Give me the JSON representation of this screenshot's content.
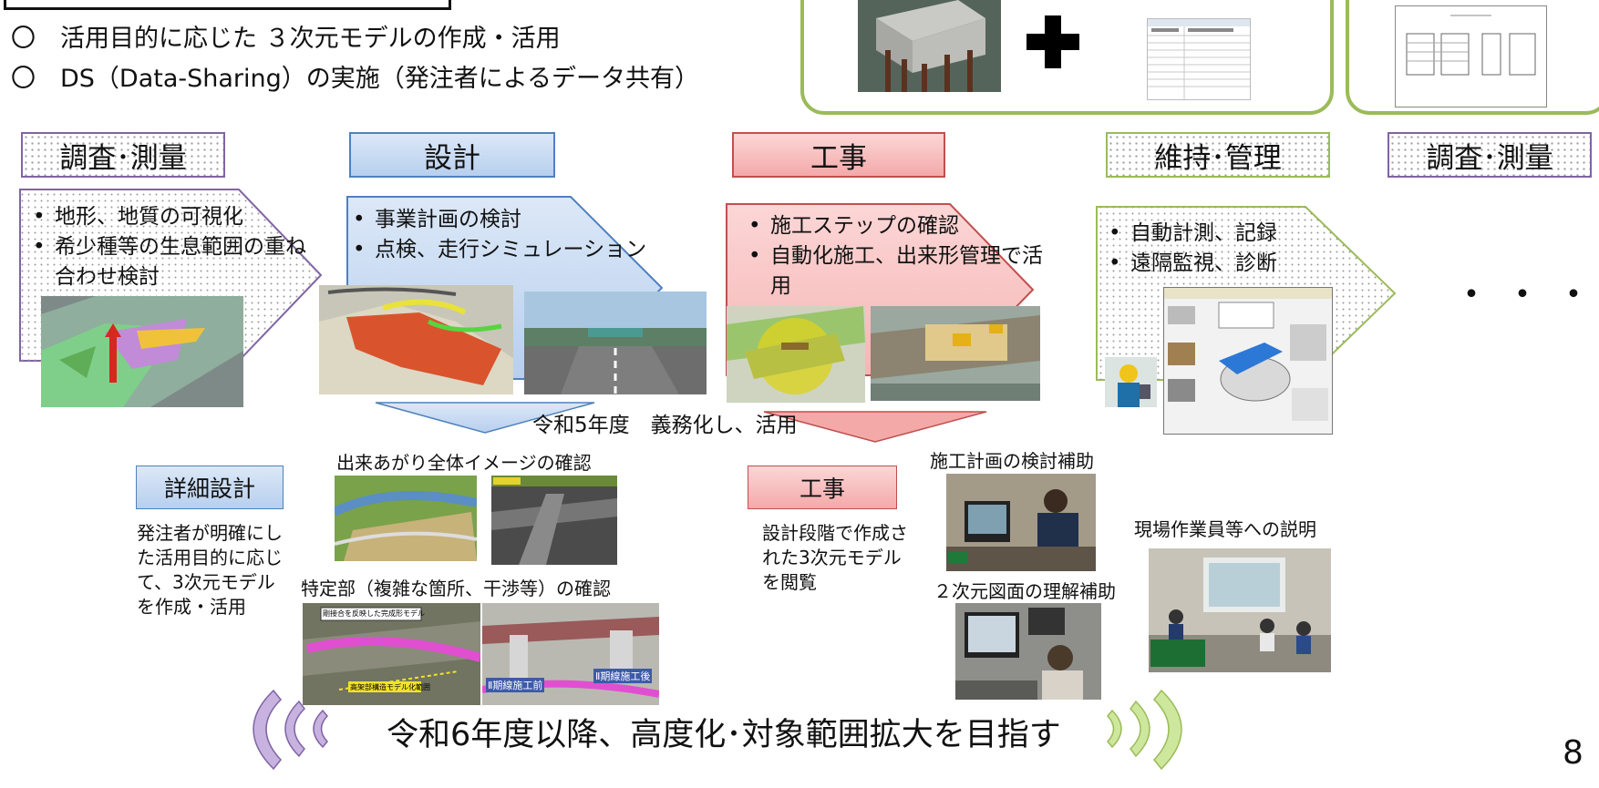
{
  "intro": {
    "line1": "〇　活用目的に応じた ３次元モデルの作成・活用",
    "line2": "〇　DS（Data-Sharing）の実施（発注者によるデータ共有）"
  },
  "stages": {
    "survey1": "調査･測量",
    "design": "設計",
    "construction": "工事",
    "maintenance": "維持･管理",
    "survey2": "調査･測量"
  },
  "survey_bullets": [
    "地形、地質の可視化",
    "希少種等の生息範囲の重ね合わせ検討"
  ],
  "design_bullets": [
    "事業計画の検討",
    "点検、走行シミュレーション"
  ],
  "construction_bullets": [
    "施工ステップの確認",
    "自動化施工、出来形管理で活用"
  ],
  "maintenance_bullets": [
    "自動計測、記録",
    "遠隔監視、診断"
  ],
  "ellipsis": "・・・",
  "mandate": "令和5年度　義務化し、活用",
  "detail": {
    "label": "詳細設計",
    "text": "発注者が明確にした活用目的に応じて、3次元モデルを作成・活用",
    "cap_overall": "出来あがり全体イメージの確認",
    "cap_specific": "特定部（複雑な箇所、干渉等）の確認"
  },
  "construction_detail": {
    "label": "工事",
    "text": "設計段階で作成された3次元モデルを閲覧",
    "cap_plan": "施工計画の検討補助",
    "cap_2d": "２次元図面の理解補助",
    "cap_workers": "現場作業員等への説明"
  },
  "image_labels": {
    "photo_tag1": "剛接合を反映した完成形モデル",
    "photo_tag2": "高架部構造モデル化範囲",
    "photo_tag3": "Ⅱ期線施工前",
    "photo_tag4": "Ⅱ期線施工後"
  },
  "footer": "令和6年度以降、高度化･対象範囲拡大を目指す",
  "page_number": "8",
  "colors": {
    "green_border": "#9bbb59",
    "purple_border": "#8064a2",
    "blue_fill": "#c5d9f1",
    "blue_border": "#4f81bd",
    "red_fill": "#f8b9b9",
    "red_border": "#c0504d",
    "lavender": "#c7b2e0",
    "lightgreen": "#cde79c"
  }
}
